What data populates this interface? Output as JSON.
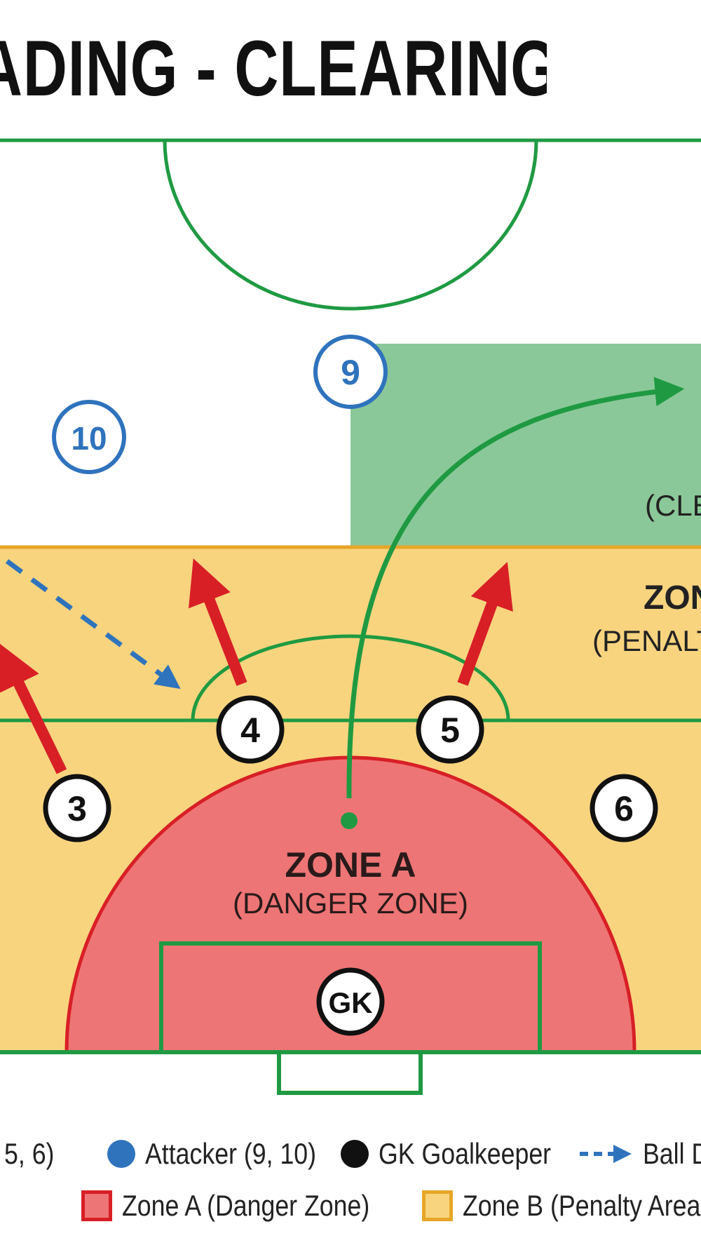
{
  "title": "ADING - CLEARING ZONES",
  "colors": {
    "pitch_line": "#1f9a42",
    "zone_a_fill": "#ee7575",
    "zone_a_stroke": "#d81f26",
    "zone_b_fill": "#f8d47f",
    "zone_b_stroke": "#e7a628",
    "zone_c_fill": "#8bc899",
    "attacker": "#2f73bd",
    "clear_arrow": "#d81f26",
    "ball_path": "#1f9a42"
  },
  "zones": {
    "a_title": "ZONE A",
    "a_subtitle": "(DANGER ZONE)",
    "b_title": "ZON",
    "b_subtitle": "(PENALT",
    "c_subtitle": "(CLE"
  },
  "players": {
    "p3": "3",
    "p4": "4",
    "p5": "5",
    "p6": "6",
    "gk": "GK",
    "a9": "9",
    "a10": "10"
  },
  "legend": {
    "defenders": "5, 6)",
    "attacker": "Attacker (9, 10)",
    "goalkeeper": "GK Goalkeeper",
    "ball": "Ball D",
    "zone_a": "Zone A (Danger Zone)",
    "zone_b": "Zone B (Penalty Area"
  }
}
